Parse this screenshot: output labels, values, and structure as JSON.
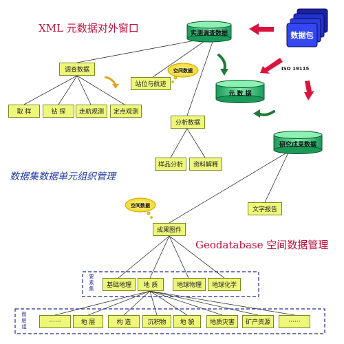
{
  "headings": {
    "xml_window": "XML 元数据对外窗口",
    "unit_mgmt": "数据集数据单元组织管理",
    "geodatabase": "Geodatabase 空间数据管理"
  },
  "databases": {
    "survey": "实测调查数据",
    "meta": "元 数 据",
    "research": "研究成果数据"
  },
  "package_label": "数据包",
  "iso_label": "ISO 19115",
  "spatial_cloud": "空间数据",
  "boxes": {
    "survey_data": "调查数据",
    "station_track": "站位与航迹",
    "sampling": "取  样",
    "drilling": "钻  探",
    "cruise_obs": "走航观测",
    "fixed_obs": "定点观测",
    "analysis_data": "分析数据",
    "sample_analysis": "样品分析",
    "data_interp": "资料解释",
    "text_report": "文字报告",
    "result_maps": "成果图件",
    "basic_geo": "基础地理",
    "geology": "地  质",
    "geophysics": "地球物理",
    "geochemistry": "地球化学",
    "layer_dots_l": "······",
    "layer_strata": "地  层",
    "layer_tectonic": "构  造",
    "layer_sediment": "沉积物",
    "layer_landform": "地  貌",
    "layer_hazard": "地质灾害",
    "layer_mineral": "矿产资源",
    "layer_dots_r": "······"
  },
  "group_labels": {
    "elements": "要素集",
    "layers": "图层组"
  },
  "colors": {
    "box_fill": "#eef77a",
    "db_fill": "#2ec27e",
    "arrow_red": "#d9143e",
    "arrow_green": "#1e7a3a",
    "heading_red": "#c0103a",
    "heading_blue": "#1f3aa8",
    "package_blue": "#2233cc"
  }
}
